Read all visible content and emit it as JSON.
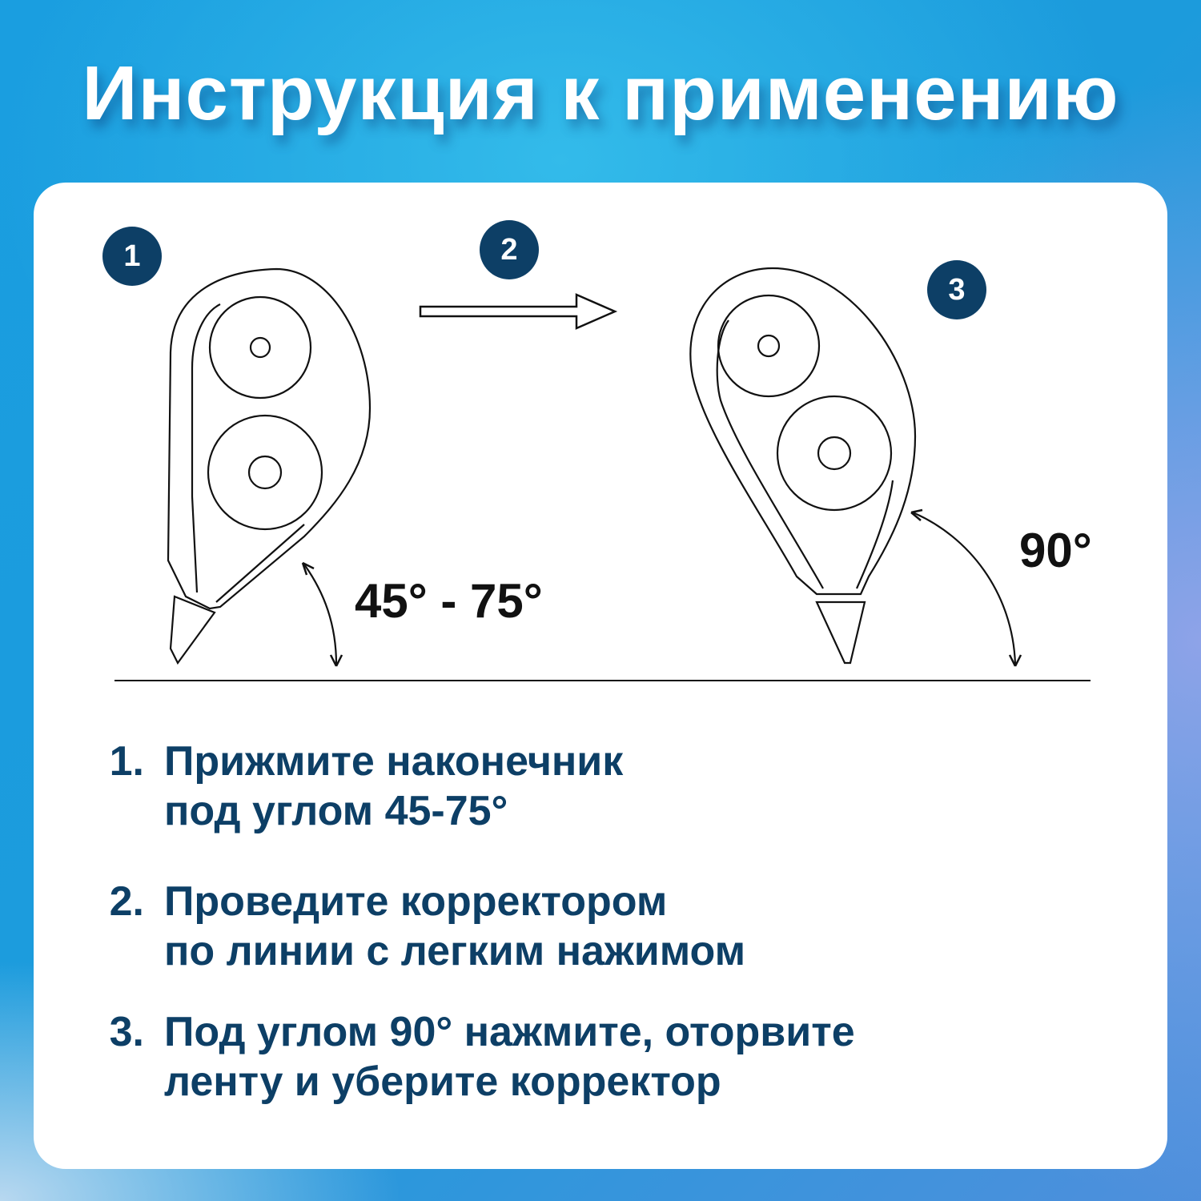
{
  "title": "Инструкция к применению",
  "badges": [
    "1",
    "2",
    "3"
  ],
  "angles": {
    "first": "45° - 75°",
    "second": "90°"
  },
  "steps": [
    {
      "num": "1.",
      "lines": [
        "Прижмите наконечник",
        "под углом 45-75°"
      ]
    },
    {
      "num": "2.",
      "lines": [
        "Проведите корректором",
        "по линии с легким нажимом"
      ]
    },
    {
      "num": "3.",
      "lines": [
        "Под углом 90° нажмите, оторвите",
        "ленту и уберите корректор"
      ]
    }
  ],
  "colors": {
    "navy": "#0d3f66",
    "background": "#1a9ee0"
  }
}
